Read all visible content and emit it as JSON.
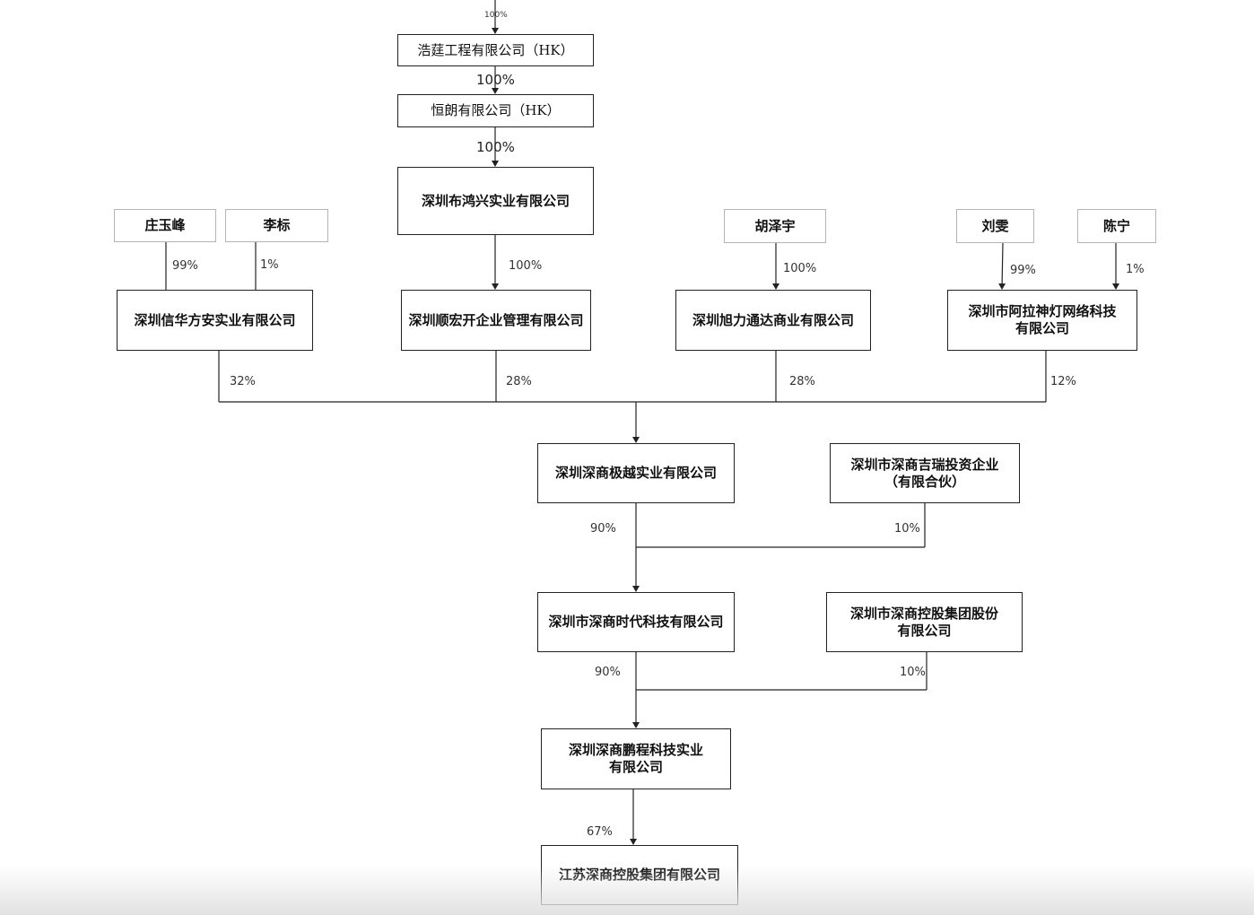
{
  "entities": {
    "haoting": "浩莛工程有限公司（HK）",
    "henglang": "恒朗有限公司（HK）",
    "buhongxing": "深圳布鸿兴实业有限公司",
    "zhuang": "庄玉峰",
    "li": "李标",
    "hu": "胡泽宇",
    "liuwen": "刘雯",
    "chenning": "陈宁",
    "xinhua": "深圳信华方安实业有限公司",
    "shunhong": "深圳顺宏开企业管理有限公司",
    "xuli": "深圳旭力通达商业有限公司",
    "aladdin": "深圳市阿拉神灯网络科技有限公司",
    "jiyue": "深圳深商极越实业有限公司",
    "jirui": "深圳市深商吉瑞投资企业（有限合伙）",
    "shidai": "深圳市深商时代科技有限公司",
    "konggu": "深圳市深商控股集团股份有限公司",
    "pengcheng": "深圳深商鹏程科技实业有限公司",
    "jiangsu": "江苏深商控股集团有限公司"
  },
  "percentages": {
    "top": "100%",
    "haoting_henglang": "100%",
    "henglang_buhongxing": "100%",
    "zhuang_xinhua": "99%",
    "li_xinhua": "1%",
    "buhongxing_shunhong": "100%",
    "hu_xuli": "100%",
    "liuwen_aladdin": "99%",
    "chenning_aladdin": "1%",
    "xinhua_jiyue": "32%",
    "shunhong_jiyue": "28%",
    "xuli_jiyue": "28%",
    "aladdin_jiyue": "12%",
    "jiyue_shidai": "90%",
    "jirui_shidai": "10%",
    "shidai_pengcheng": "90%",
    "konggu_pengcheng": "10%",
    "pengcheng_jiangsu": "67%"
  }
}
